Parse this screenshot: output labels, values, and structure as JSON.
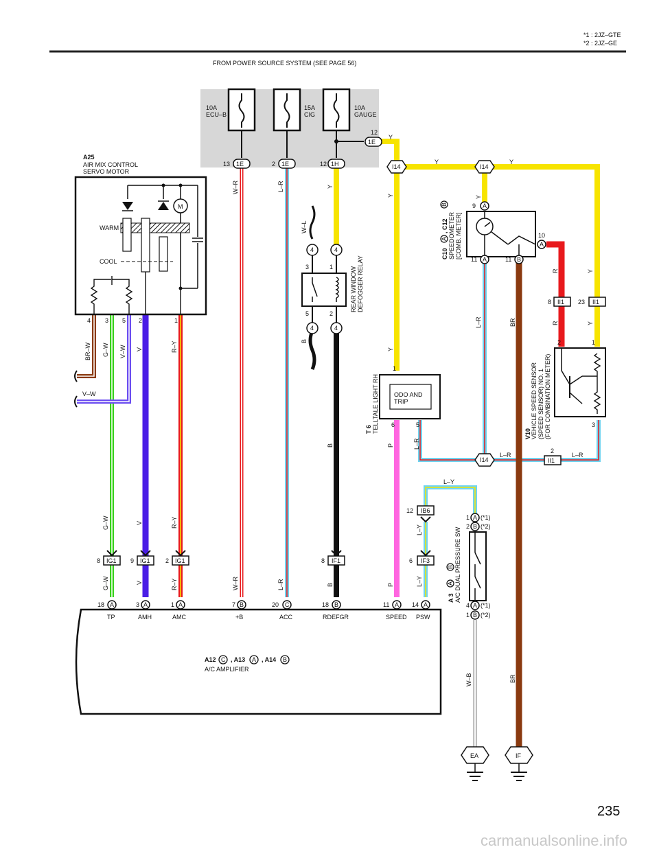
{
  "header": {
    "note1": "*1 : 2JZ–GTE",
    "note2": "*2 : 2JZ–GE"
  },
  "power_source": "FROM POWER SOURCE SYSTEM (SEE PAGE 56)",
  "fuses": [
    {
      "line1": "10A",
      "line2": "ECU–B"
    },
    {
      "line1": "15A",
      "line2": "CIG"
    },
    {
      "line1": "10A",
      "line2": "GAUGE"
    }
  ],
  "connectors": {
    "c1e_13": {
      "pin": "13",
      "id": "1E"
    },
    "c1e_2": {
      "pin": "2",
      "id": "1E"
    },
    "c1h_12": {
      "pin": "12",
      "id": "1H"
    },
    "c1e_12": {
      "pin": "12",
      "id": "1E"
    },
    "i14": "I14",
    "ii1": "II1",
    "ig1": "IG1",
    "if1": "IF1",
    "if3": "IF3",
    "ib6": "IB6",
    "ea": "EA",
    "if_ground": "IF"
  },
  "components": {
    "a25": {
      "code": "A25",
      "line1": "AIR MIX CONTROL",
      "line2": "SERVO MOTOR",
      "warm": "WARM",
      "cool": "COOL",
      "motor": "M"
    },
    "relay": {
      "line1": "REAR WINDOW",
      "line2": "DEFOGGER RELAY"
    },
    "speedometer": {
      "code": "C10",
      "mid": ", C12",
      "line1": "SPEEDOMETER",
      "line2": "[COMB. METER]"
    },
    "t6": {
      "code": "T 6",
      "label": "TELLTALE LIGHT RH",
      "box1": "ODO AND",
      "box2": "TRIP"
    },
    "v10": {
      "code": "V10",
      "line1": "VEHICLE SPEED SENSOR",
      "line2": "(SPEED SENSOR) NO. 1",
      "line3": "(FOR COMBINATION METER)"
    },
    "a3": {
      "code": "A 3",
      "label": "A/C DUAL PRESSURE SW",
      "n1": "(*1)",
      "n2": "(*2)"
    },
    "amp": {
      "a12": "A12",
      "a13": ", A13",
      "a14": ", A14",
      "label": "A/C AMPLIFIER"
    }
  },
  "amp_terminals": [
    "TP",
    "AMH",
    "AMC",
    "+B",
    "ACC",
    "RDEFGR",
    "SPEED",
    "PSW"
  ],
  "wire_colors": {
    "w_r": "W–R",
    "l_r": "L–R",
    "y": "Y",
    "w_l": "W–L",
    "b": "B",
    "br_w": "BR–W",
    "g_w": "G–W",
    "v_w": "V–W",
    "v": "V",
    "r_y": "R–Y",
    "p": "P",
    "l_y": "L–Y",
    "w_b": "W–B",
    "br": "BR",
    "r": "R"
  },
  "letters": {
    "a": "A",
    "b": "B",
    "c": "C"
  },
  "numbers": {
    "n1": "1",
    "n2": "2",
    "n3": "3",
    "n4": "4",
    "n5": "5",
    "n6": "6",
    "n7": "7",
    "n8": "8",
    "n9": "9",
    "n10": "10",
    "n11": "11",
    "n12": "12",
    "n14": "14",
    "n18": "18",
    "n20": "20",
    "n23": "23"
  },
  "page_number": "235",
  "watermark": "carmanualsonline.info",
  "colors": {
    "yellow": "#f7e400",
    "light_blue": "#6fd4f0",
    "red": "#e8191c",
    "brown": "#8a3a10",
    "green": "#39d21c",
    "violet": "#4a1de6",
    "pink": "#ff66e0",
    "gray_box": "#d7d7d7"
  }
}
